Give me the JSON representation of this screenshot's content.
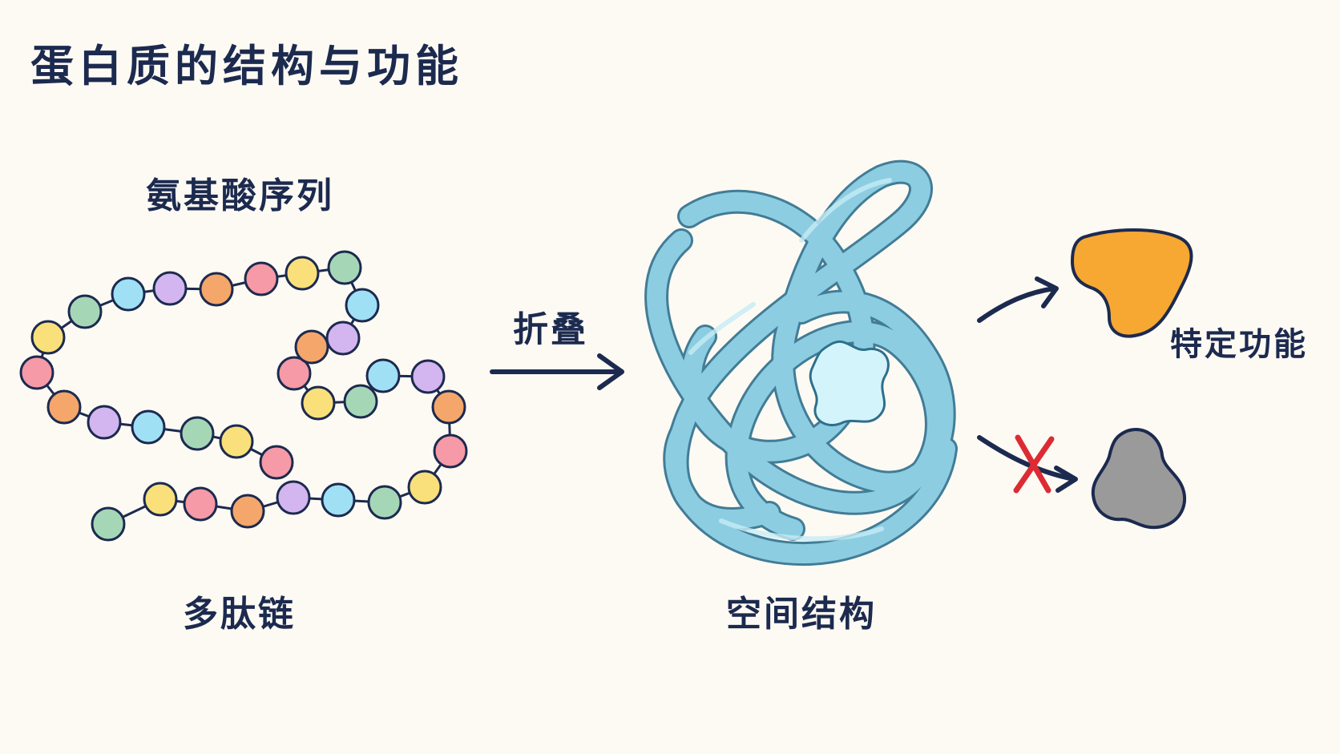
{
  "title": "蛋白质的结构与功能",
  "labels": {
    "amino_acid_sequence": "氨基酸序列",
    "polypeptide": "多肽链",
    "folding": "折叠",
    "spatial_structure": "空间结构",
    "specific_function": "特定功能"
  },
  "colors": {
    "text": "#1c2a4f",
    "ribbon": "#8ccde2",
    "ribbon_stroke": "#2e6f8c",
    "active_site": "#d4f4fb",
    "functional_protein": "#f6a833",
    "nonfunctional_protein": "#9a9a9a",
    "cross_mark": "#dd2b34"
  },
  "bead_palette": [
    "#f59aa6",
    "#f9e07a",
    "#a5d7b7",
    "#9fe0f5",
    "#d3b5ef",
    "#f5a66a"
  ],
  "icons": {
    "fold_arrow": "arrow-right-icon",
    "success_arrow": "arrow-up-right-icon",
    "fail_arrow": "arrow-down-right-icon",
    "fail_mark": "cross-icon"
  }
}
